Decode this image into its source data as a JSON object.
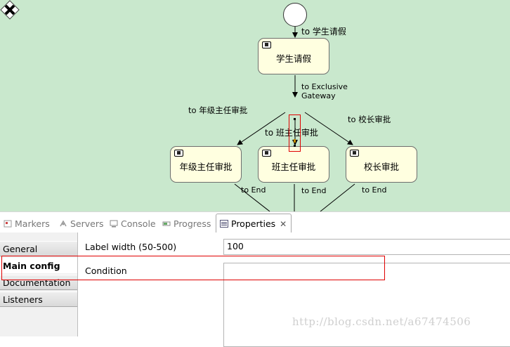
{
  "diagram": {
    "nodes": {
      "student_leave": "学生请假",
      "grade_director": "年级主任审批",
      "class_director": "班主任审批",
      "principal": "校长审批"
    },
    "edges": {
      "to_student_leave": "to 学生请假",
      "to_exclusive_line1": "to Exclusive",
      "to_exclusive_line2": "Gateway",
      "to_grade_director": "to 年级主任审批",
      "to_class_director": "to 班主任审批",
      "to_principal": "to 校长审批",
      "to_end_1": "to End",
      "to_end_2": "to End",
      "to_end_3": "to End"
    }
  },
  "tabs": [
    {
      "label": "Markers",
      "icon": "markers-icon"
    },
    {
      "label": "Servers",
      "icon": "servers-icon"
    },
    {
      "label": "Console",
      "icon": "console-icon"
    },
    {
      "label": "Progress",
      "icon": "progress-icon"
    },
    {
      "label": "Properties",
      "icon": "properties-icon",
      "active": true
    }
  ],
  "nav": [
    "General",
    "Main config",
    "Documentation",
    "Listeners"
  ],
  "properties": {
    "label_width_label": "Label width (50-500)",
    "label_width_value": "100",
    "condition_label": "Condition",
    "condition_value": ""
  },
  "watermark": "http://blog.csdn.net/a67474506",
  "colors": {
    "canvas_bg": "#c9e8cd",
    "task_fill": "#ffffe0",
    "annotation": "#e00000"
  }
}
